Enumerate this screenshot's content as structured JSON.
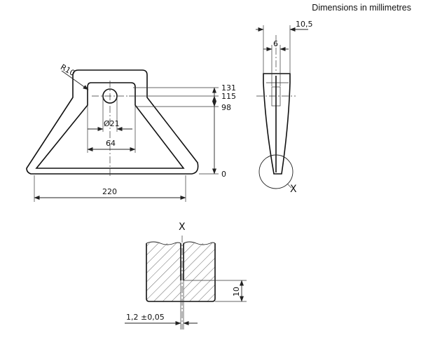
{
  "header": {
    "units_note": "Dimensions in millimetres"
  },
  "front_view": {
    "radius_label": "R10",
    "level_labels": [
      "131",
      "115",
      "98",
      "0"
    ],
    "hole_diameter_label": "Ø21",
    "inner_width_label": "64",
    "overall_width_label": "220"
  },
  "side_view": {
    "thickness_label": "10,5",
    "slot_width_label": "6",
    "detail_marker": "X"
  },
  "detail_view": {
    "title": "X",
    "height_label": "10",
    "gap_label": "1,2 ±0,05"
  }
}
